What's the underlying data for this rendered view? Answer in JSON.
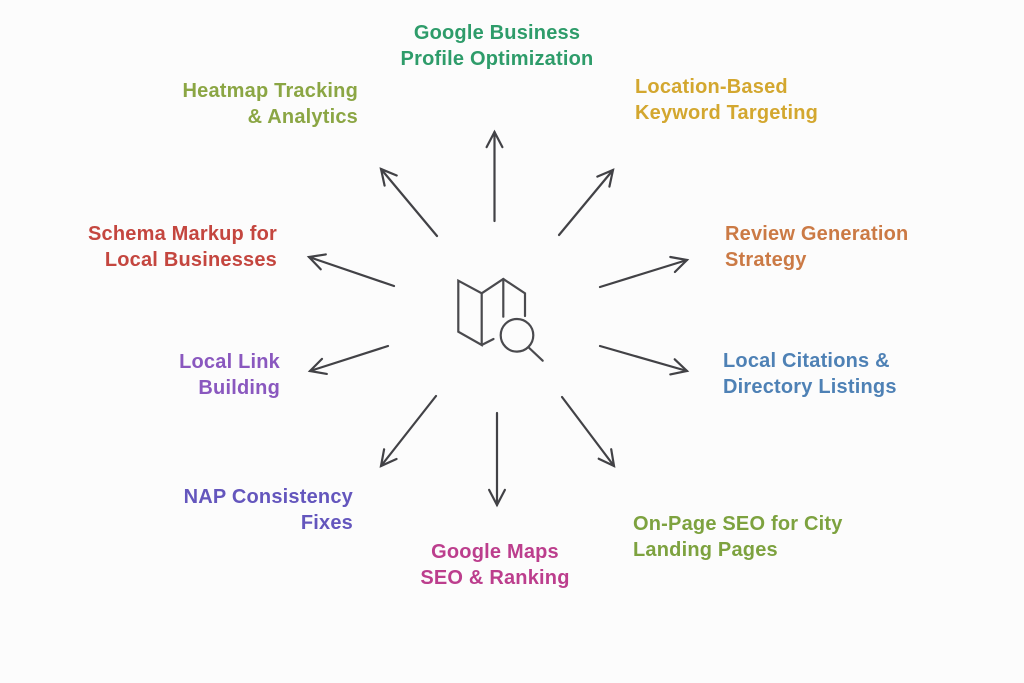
{
  "figure": {
    "title": "Local SEO tactics mind map",
    "background_color": "#fcfcfc",
    "arrow_color": "#424246",
    "icon": {
      "name": "map-search-icon",
      "color": "#4a4a4e"
    },
    "items": [
      {
        "label": "Google Business\nProfile Optimization",
        "color": "#2e9c6a",
        "position": "top"
      },
      {
        "label": "Heatmap Tracking\n& Analytics",
        "color": "#8ba644",
        "position": "upper-left"
      },
      {
        "label": "Location-Based\nKeyword Targeting",
        "color": "#d3a72f",
        "position": "upper-right"
      },
      {
        "label": "Schema Markup for\nLocal Businesses",
        "color": "#c4463f",
        "position": "left"
      },
      {
        "label": "Review Generation\nStrategy",
        "color": "#cb7a45",
        "position": "right"
      },
      {
        "label": "Local Link\nBuilding",
        "color": "#8a58bf",
        "position": "lower-left"
      },
      {
        "label": "Local Citations &\nDirectory Listings",
        "color": "#4e81b5",
        "position": "lower-right"
      },
      {
        "label": "NAP Consistency\nFixes",
        "color": "#6456bd",
        "position": "bottom-left"
      },
      {
        "label": "Google Maps\nSEO & Ranking",
        "color": "#bc3e8d",
        "position": "bottom"
      },
      {
        "label": "On-Page SEO for City\nLanding Pages",
        "color": "#7da23f",
        "position": "bottom-right"
      }
    ]
  }
}
